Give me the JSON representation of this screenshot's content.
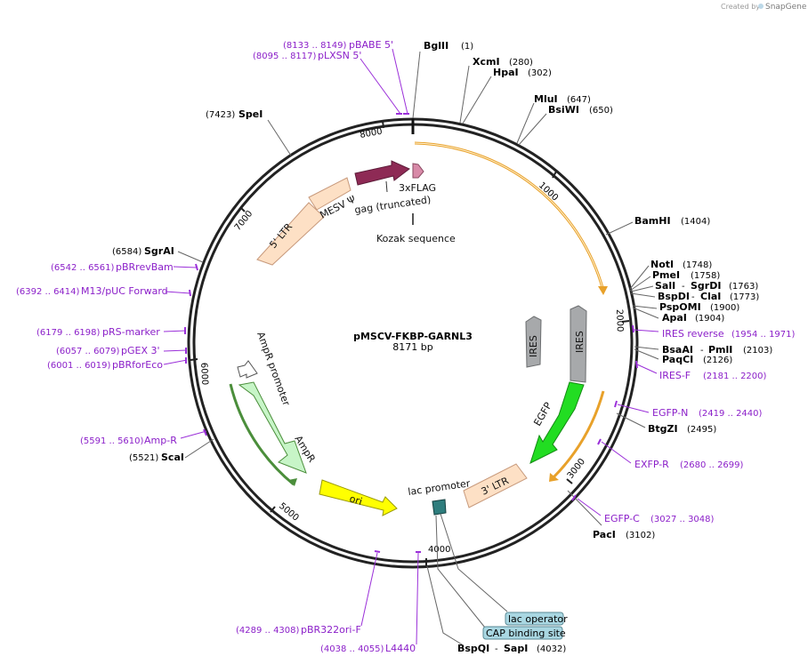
{
  "credit": {
    "prefix": "Created by",
    "brand": "SnapGene"
  },
  "plasmid": {
    "name": "pMSCV-FKBP-GARNL3",
    "size": "8171 bp"
  },
  "ruler_ticks": [
    "1000",
    "2000",
    "3000",
    "4000",
    "5000",
    "6000",
    "7000",
    "8000"
  ],
  "features": {
    "ltr5": "5' LTR",
    "mesv": "MESV Ψ",
    "gag": "gag (truncated)",
    "flag": "3xFLAG",
    "kozak": "Kozak sequence",
    "ires_inner": "IRES",
    "ires_outer": "IRES",
    "egfp": "EGFP",
    "ltr3": "3' LTR",
    "lac_promoter": "lac promoter",
    "ori": "ori",
    "ampr": "AmpR",
    "ampr_promoter": "AmpR promoter"
  },
  "enzymes": [
    {
      "name": "BglII",
      "pos": "(1)"
    },
    {
      "name": "XcmI",
      "pos": "(280)"
    },
    {
      "name": "HpaI",
      "pos": "(302)"
    },
    {
      "name": "MluI",
      "pos": "(647)"
    },
    {
      "name": "BsiWI",
      "pos": "(650)"
    },
    {
      "name": "BamHI",
      "pos": "(1404)"
    },
    {
      "name": "NotI",
      "pos": "(1748)"
    },
    {
      "name": "PmeI",
      "pos": "(1758)"
    },
    {
      "name": "SalI",
      "name2": "SgrDI",
      "pos": "(1763)"
    },
    {
      "name": "BspDI",
      "name2": "ClaI",
      "pos": "(1773)"
    },
    {
      "name": "PspOMI",
      "pos": "(1900)"
    },
    {
      "name": "ApaI",
      "pos": "(1904)"
    },
    {
      "name": "BsaAI",
      "name2": "PmlI",
      "pos": "(2103)"
    },
    {
      "name": "PaqCI",
      "pos": "(2126)"
    },
    {
      "name": "BtgZI",
      "pos": "(2495)"
    },
    {
      "name": "PacI",
      "pos": "(3102)"
    },
    {
      "name": "BspQI",
      "name2": "SapI",
      "pos": "(4032)"
    },
    {
      "name": "ScaI",
      "pos": "(5521)"
    },
    {
      "name": "SgrAI",
      "pos": "(6584)"
    },
    {
      "name": "SpeI",
      "pos": "(7423)"
    }
  ],
  "primers": [
    {
      "name": "pBABE 5'",
      "range": "(8133 .. 8149)"
    },
    {
      "name": "pLXSN 5'",
      "range": "(8095 .. 8117)"
    },
    {
      "name": "IRES reverse",
      "range": "(1954 .. 1971)"
    },
    {
      "name": "IRES-F",
      "range": "(2181 .. 2200)"
    },
    {
      "name": "EGFP-N",
      "range": "(2419 .. 2440)"
    },
    {
      "name": "EXFP-R",
      "range": "(2680 .. 2699)"
    },
    {
      "name": "EGFP-C",
      "range": "(3027 .. 3048)"
    },
    {
      "name": "pBR322ori-F",
      "range": "(4289 .. 4308)"
    },
    {
      "name": "L4440",
      "range": "(4038 .. 4055)"
    },
    {
      "name": "Amp-R",
      "range": "(5591 .. 5610)"
    },
    {
      "name": "pBRforEco",
      "range": "(6001 .. 6019)"
    },
    {
      "name": "pGEX 3'",
      "range": "(6057 .. 6079)"
    },
    {
      "name": "pRS-marker",
      "range": "(6179 .. 6198)"
    },
    {
      "name": "M13/pUC Forward",
      "range": "(6392 .. 6414)"
    },
    {
      "name": "pBRrevBam",
      "range": "(6542 .. 6561)"
    }
  ],
  "tags": {
    "lac_operator": "lac operator",
    "cap_site": "CAP binding site"
  },
  "colors": {
    "ltr": "#fde0c5",
    "mesv": "#fde0c5",
    "gag": "#8e2a55",
    "flag": "#d88aa8",
    "ires": "#a7a9ab",
    "egfp": "#22dd22",
    "ori": "#ffff00",
    "ampr": "#c7f5c7",
    "orf": "#e8a12a",
    "primer": "#9b30d9"
  }
}
